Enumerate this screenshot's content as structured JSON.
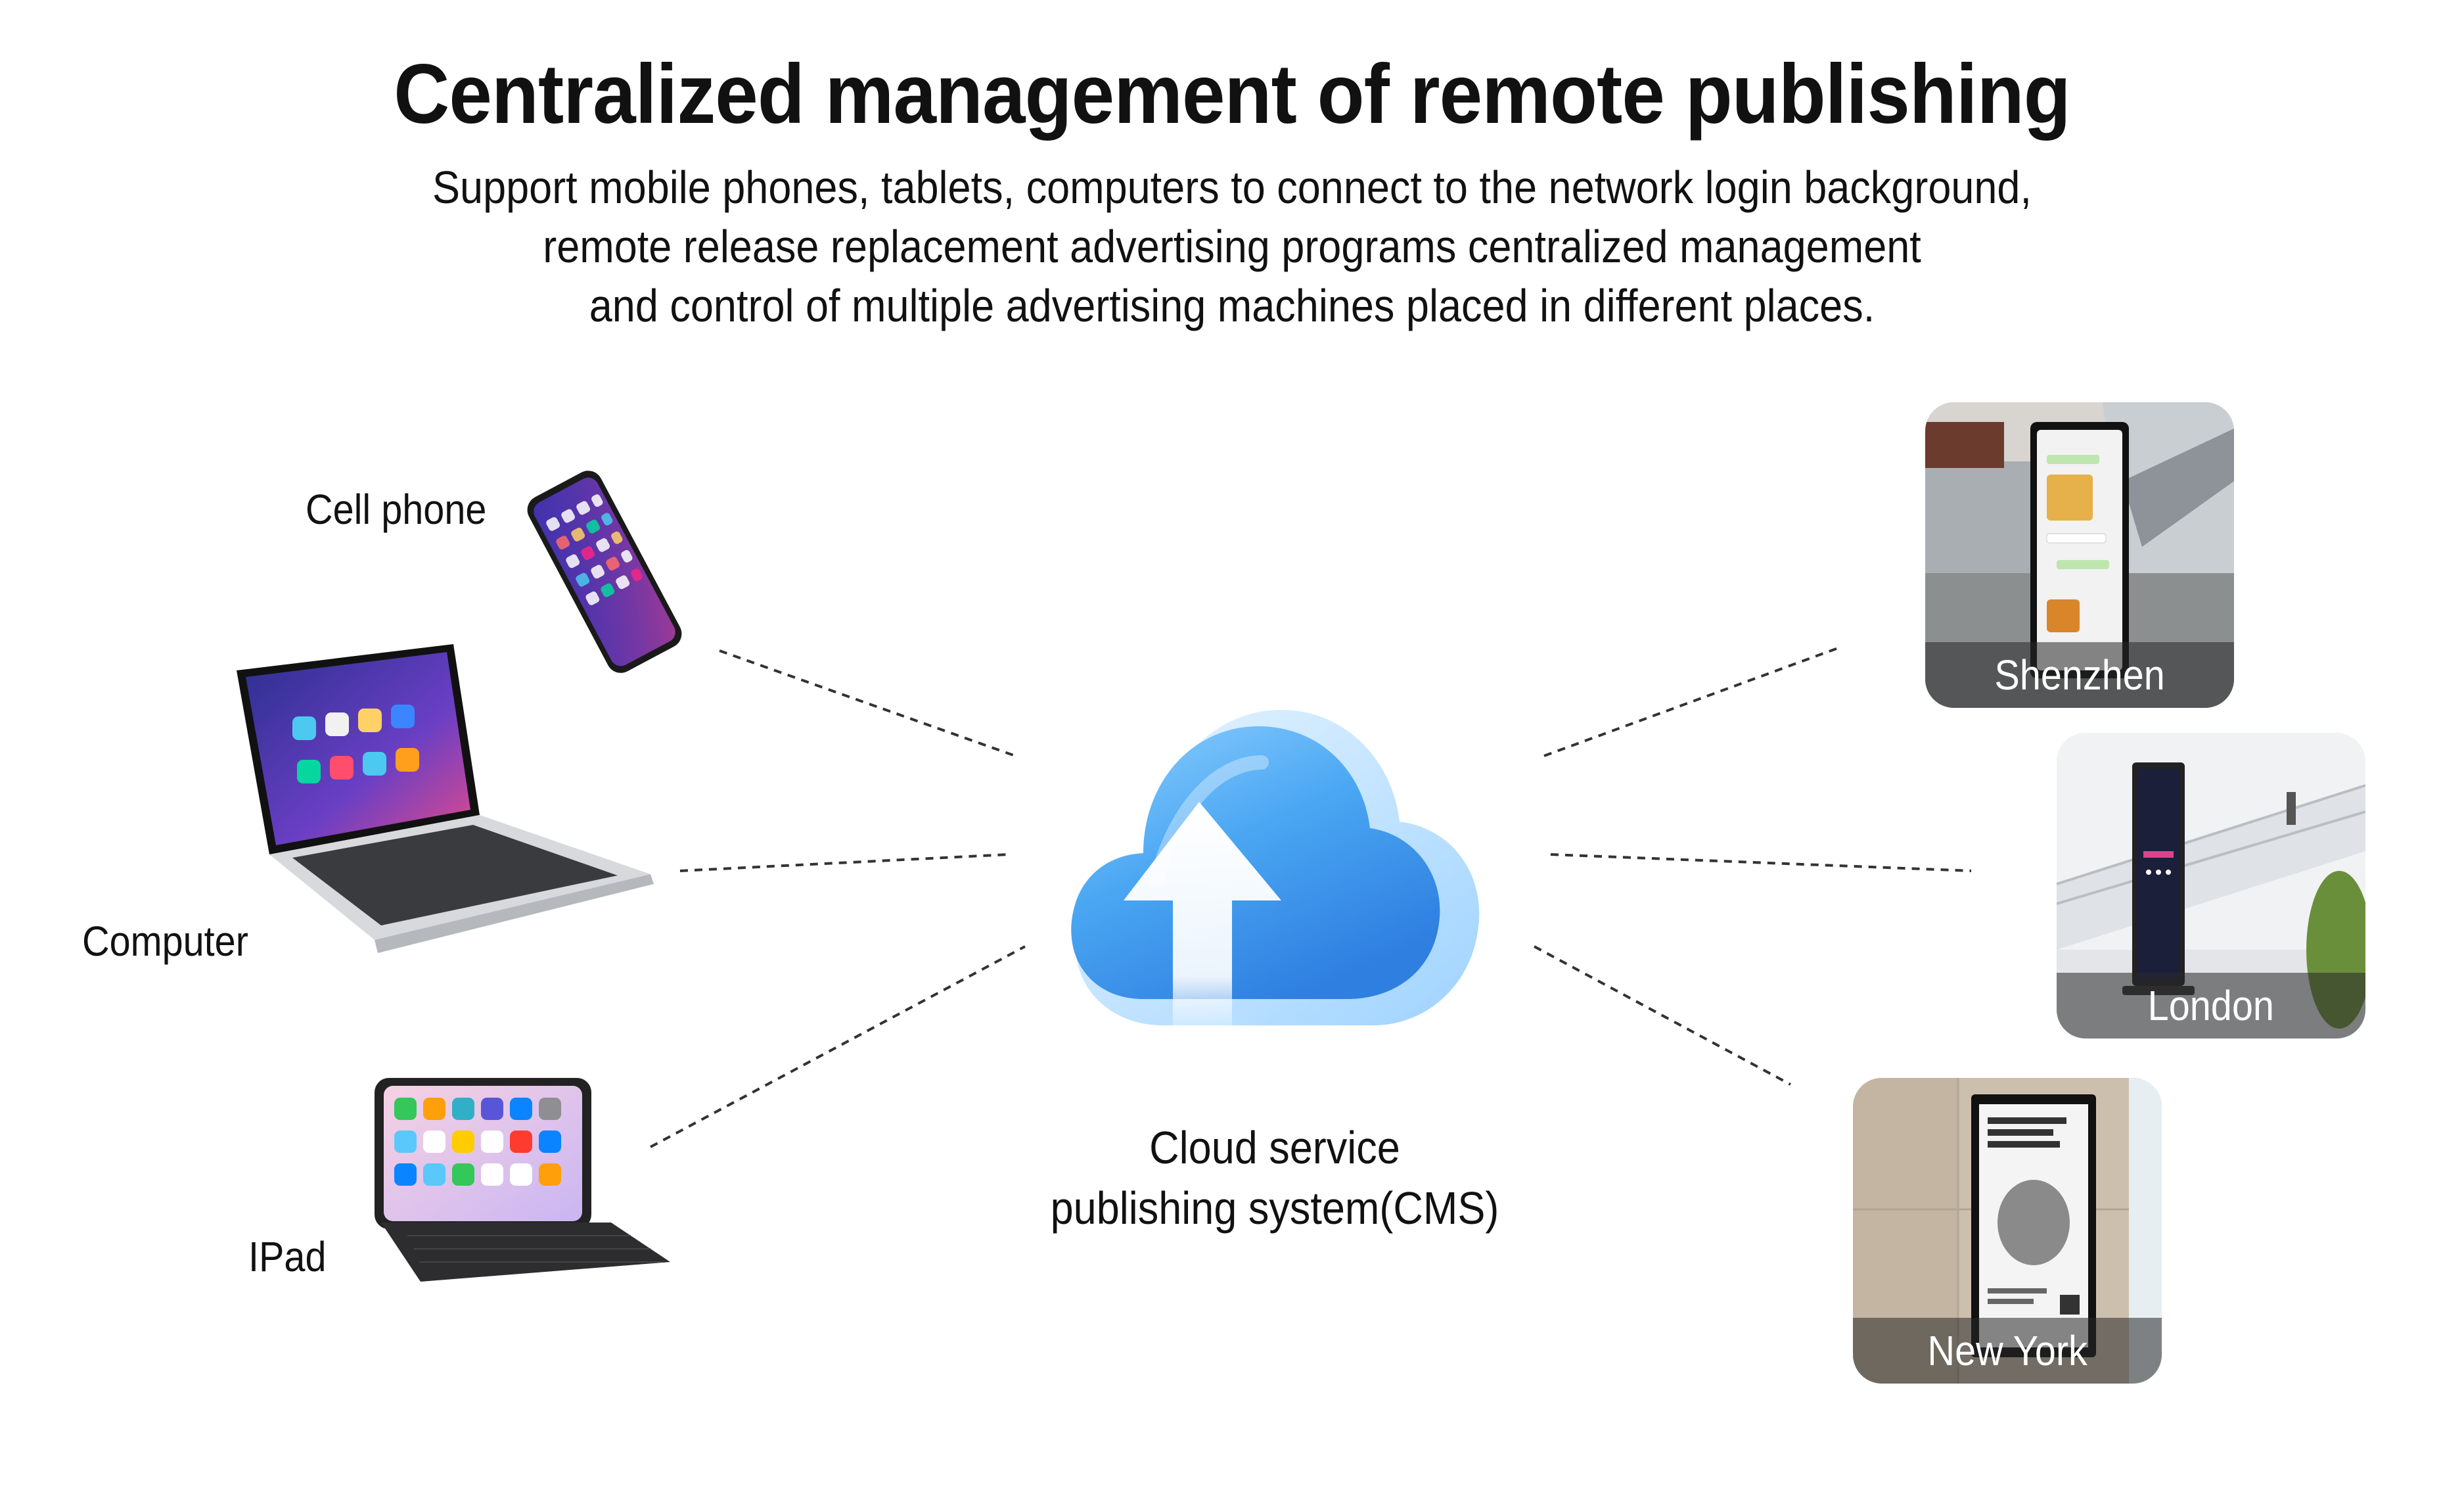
{
  "header": {
    "title": "Centralized management of remote publishing",
    "subtitle_lines": [
      "Support mobile phones, tablets, computers to connect to the network login background,",
      "remote release replacement advertising programs centralized management",
      "and control of multiple advertising machines placed in different places."
    ]
  },
  "devices": {
    "phone_label": "Cell phone",
    "computer_label": "Computer",
    "tablet_label": "IPad"
  },
  "cms": {
    "lines": [
      "Cloud service",
      "publishing system(CMS)"
    ]
  },
  "locations": [
    {
      "name": "Shenzhen"
    },
    {
      "name": "London"
    },
    {
      "name": "New York"
    }
  ],
  "colors": {
    "cloud": "#4aa6f2",
    "cloud_light": "#cfe9ff",
    "connector": "#333333",
    "caption_bg": "#383838"
  }
}
